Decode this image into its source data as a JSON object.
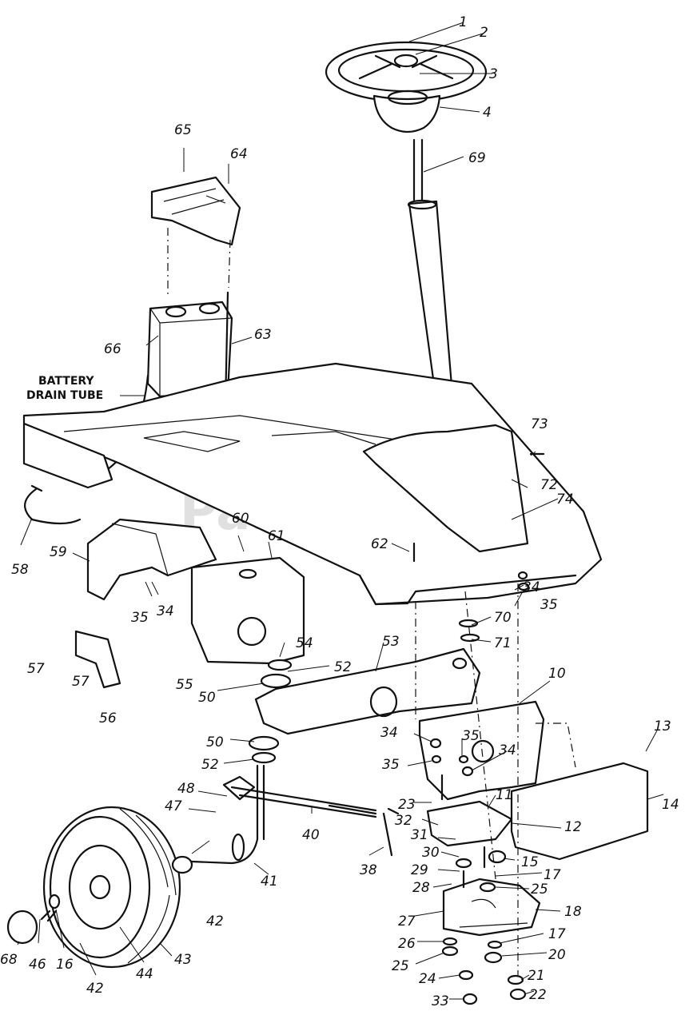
{
  "watermark": "PartsTree",
  "battery_label_line1": "BATTERY",
  "battery_label_line2": "DRAIN TUBE",
  "callouts": [
    "1",
    "2",
    "3",
    "4",
    "69",
    "65",
    "64",
    "66",
    "63",
    "73",
    "72",
    "74",
    "62",
    "58",
    "59",
    "60",
    "61",
    "35",
    "34",
    "57",
    "57",
    "56",
    "55",
    "34",
    "35",
    "70",
    "71",
    "54",
    "52",
    "50",
    "53",
    "10",
    "50",
    "52",
    "13",
    "14",
    "34",
    "35",
    "35",
    "34",
    "48",
    "47",
    "40",
    "23",
    "11",
    "32",
    "31",
    "12",
    "30",
    "15",
    "41",
    "38",
    "29",
    "17",
    "28",
    "25",
    "27",
    "18",
    "42",
    "26",
    "17",
    "25",
    "20",
    "24",
    "21",
    "33",
    "22",
    "68",
    "46",
    "16",
    "42",
    "44",
    "43"
  ]
}
